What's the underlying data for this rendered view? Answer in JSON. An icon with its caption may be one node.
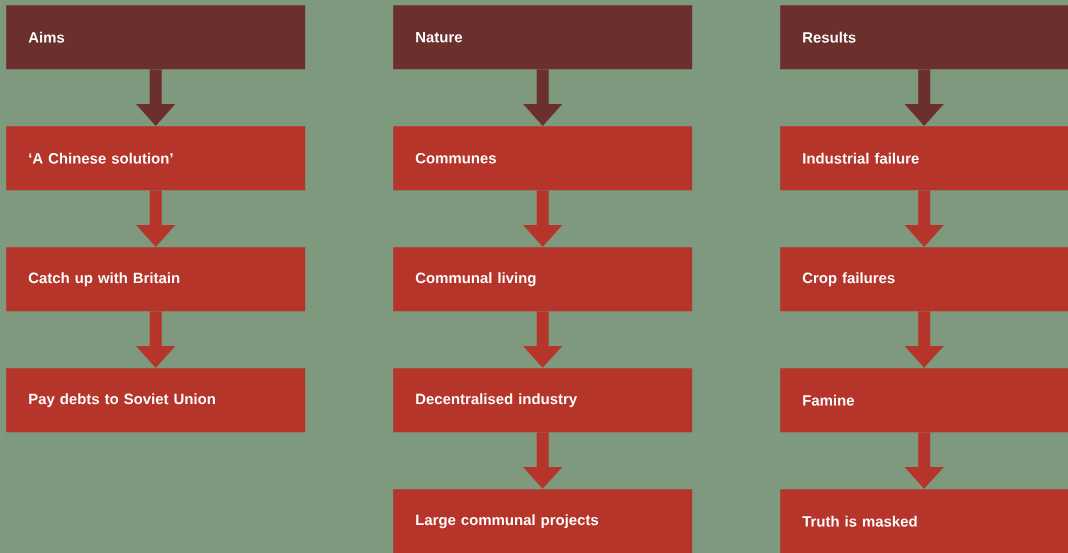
{
  "diagram": {
    "nodes": [
      {
        "text": [
          "Aims"
        ]
      },
      {
        "text": [
          "‘A Chinese solution’"
        ]
      },
      {
        "text": [
          "Catch up with Britain"
        ]
      },
      {
        "text": [
          "Pay debts to Soviet Union"
        ]
      },
      {
        "text": [
          "Nature"
        ]
      },
      {
        "text": [
          "Communes"
        ]
      },
      {
        "text": [
          "Communal living"
        ]
      },
      {
        "text": [
          "Decentralised industry"
        ]
      },
      {
        "text": [
          "Large communal projects"
        ]
      },
      {
        "text": [
          "Results"
        ]
      },
      {
        "text": [
          "Industrial failure"
        ]
      },
      {
        "text": [
          "Crop failures"
        ]
      },
      {
        "text": [
          "Famine"
        ]
      },
      {
        "text": [
          "Truth is masked"
        ]
      }
    ],
    "edges": [
      {
        "from": 0,
        "to": 1,
        "arrow": "to",
        "color": "#6b302e"
      },
      {
        "from": 1,
        "to": 2,
        "arrow": "to"
      },
      {
        "from": 2,
        "to": 3,
        "arrow": "to"
      },
      {
        "from": 4,
        "to": 5,
        "arrow": "to",
        "color": "#6b302e"
      },
      {
        "from": 5,
        "to": 6,
        "arrow": "to"
      },
      {
        "from": 6,
        "to": 7,
        "arrow": "to"
      },
      {
        "from": 7,
        "to": 8,
        "arrow": "to"
      },
      {
        "from": 9,
        "to": 10,
        "arrow": "to",
        "color": "#6b302e"
      },
      {
        "from": 10,
        "to": 11,
        "arrow": "to"
      },
      {
        "from": 11,
        "to": 12,
        "arrow": "to"
      },
      {
        "from": 12,
        "to": 13,
        "arrow": "to"
      }
    ]
  }
}
